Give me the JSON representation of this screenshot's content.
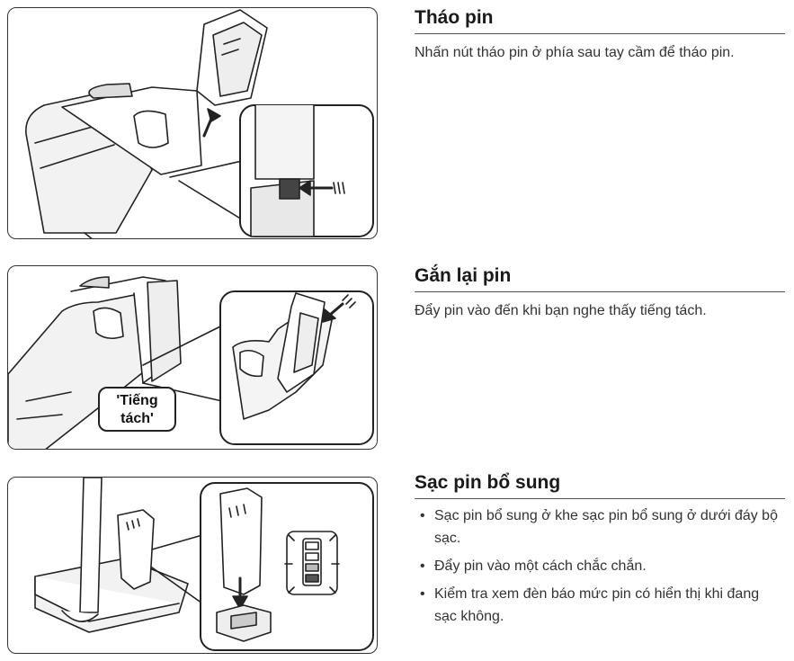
{
  "sections": [
    {
      "title": "Tháo pin",
      "text": "Nhấn nút tháo pin ở phía sau tay cầm để tháo pin."
    },
    {
      "title": "Gắn lại pin",
      "text": "Đẩy pin vào đến khi bạn nghe thấy tiếng tách.",
      "callout_line1": "'Tiếng",
      "callout_line2": "tách'"
    },
    {
      "title": "Sạc pin bổ sung",
      "bullets": [
        "Sạc pin bổ sung ở khe sạc pin bổ sung ở dưới đáy bộ sạc.",
        "Đẩy pin vào một cách chắc chắn.",
        "Kiểm tra xem đèn báo mức pin có hiển thị khi đang sạc không."
      ]
    }
  ]
}
